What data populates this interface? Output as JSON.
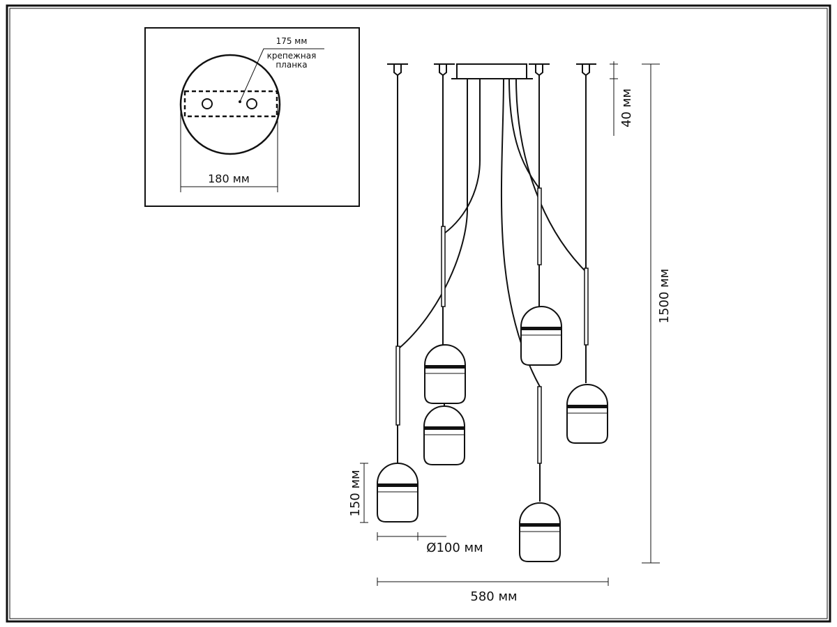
{
  "inset": {
    "plate_label": "175 мм",
    "bracket_label_line1": "крепежная",
    "bracket_label_line2": "планка",
    "diameter_label": "180 мм"
  },
  "dimensions": {
    "canopy_height": "40 мм",
    "total_height": "1500 мм",
    "shade_height": "150 мм",
    "shade_diameter": "Ø100 мм",
    "total_width": "580 мм"
  }
}
